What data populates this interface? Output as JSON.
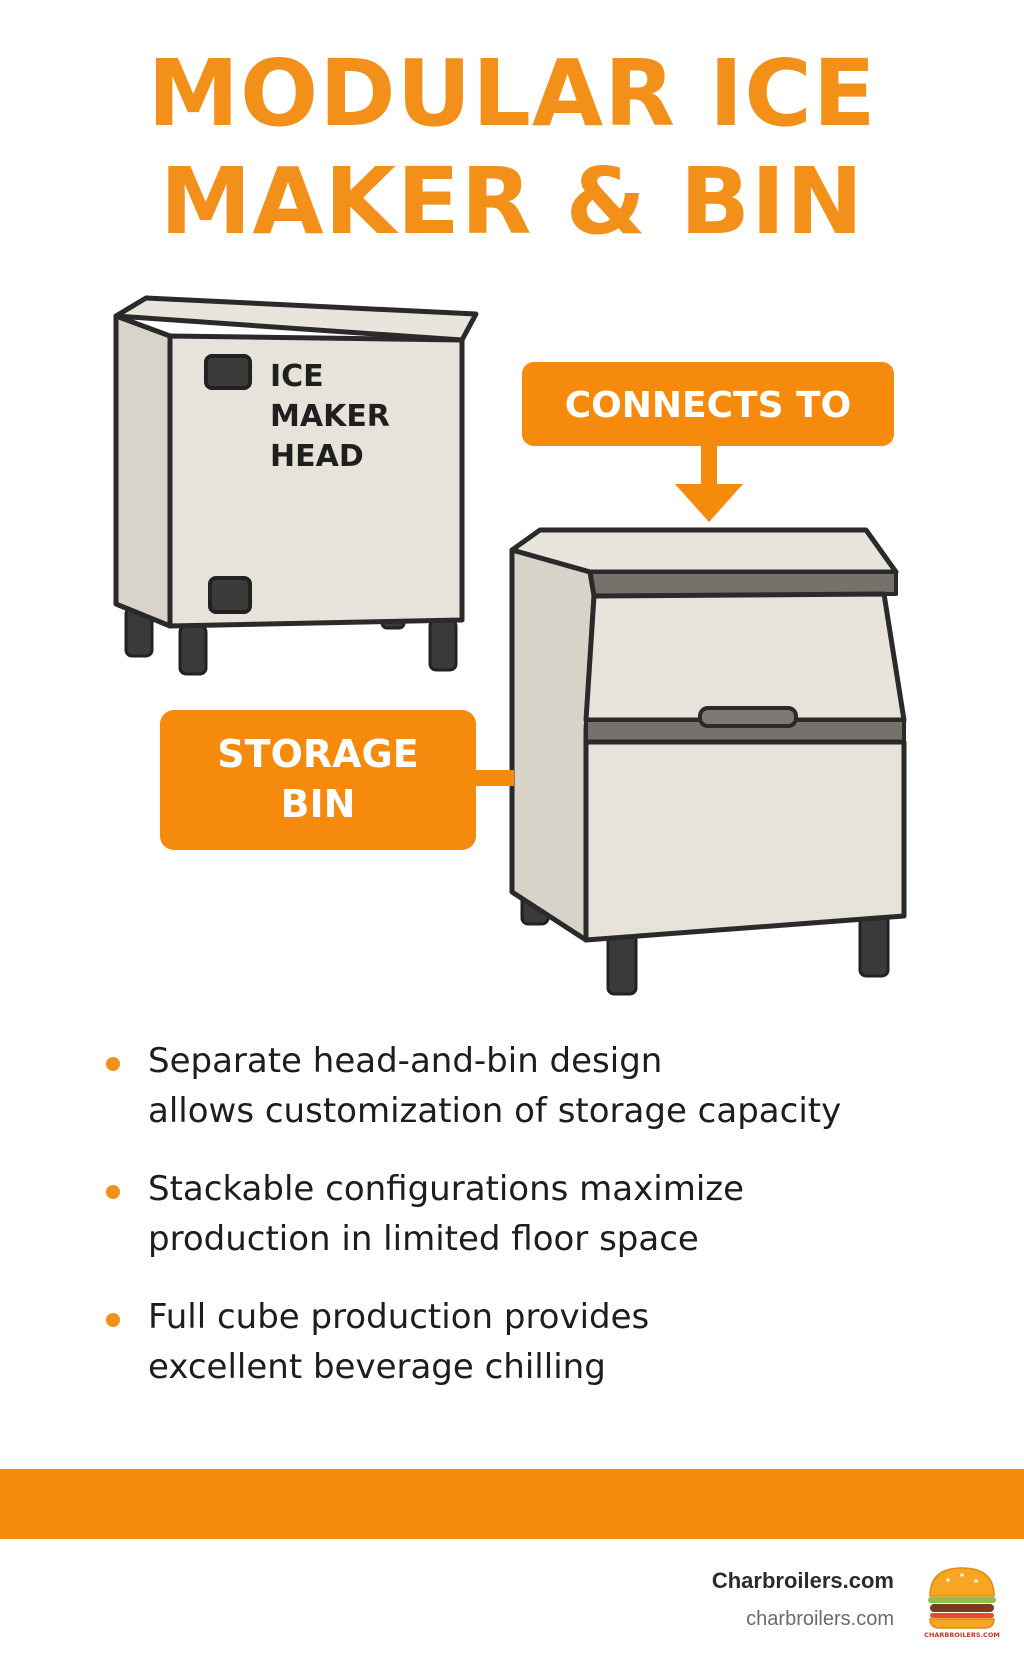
{
  "title": {
    "line1": "MODULAR ICE",
    "line2": "MAKER & BIN"
  },
  "diagram": {
    "head_label": [
      "ICE",
      "MAKER",
      "HEAD"
    ],
    "connects_label": "CONNECTS TO",
    "bin_label": [
      "STORAGE",
      "BIN"
    ]
  },
  "bullets": [
    "Separate head-and-bin design\nallows customization of storage capacity",
    "Stackable configurations maximize\nproduction in limited floor space",
    "Full cube production provides\nexcellent beverage chilling"
  ],
  "footer": {
    "site_name": "Charbroilers.com",
    "site_url": "charbroilers.com",
    "logo_text": "CHARBROILERS.COM"
  },
  "colors": {
    "accent": "#f39019",
    "band": "#f58a0d",
    "appliance_body": "#e7e3da",
    "appliance_side": "#d8d3c9",
    "outline": "#2a2a2a",
    "trim": "#75716b"
  }
}
